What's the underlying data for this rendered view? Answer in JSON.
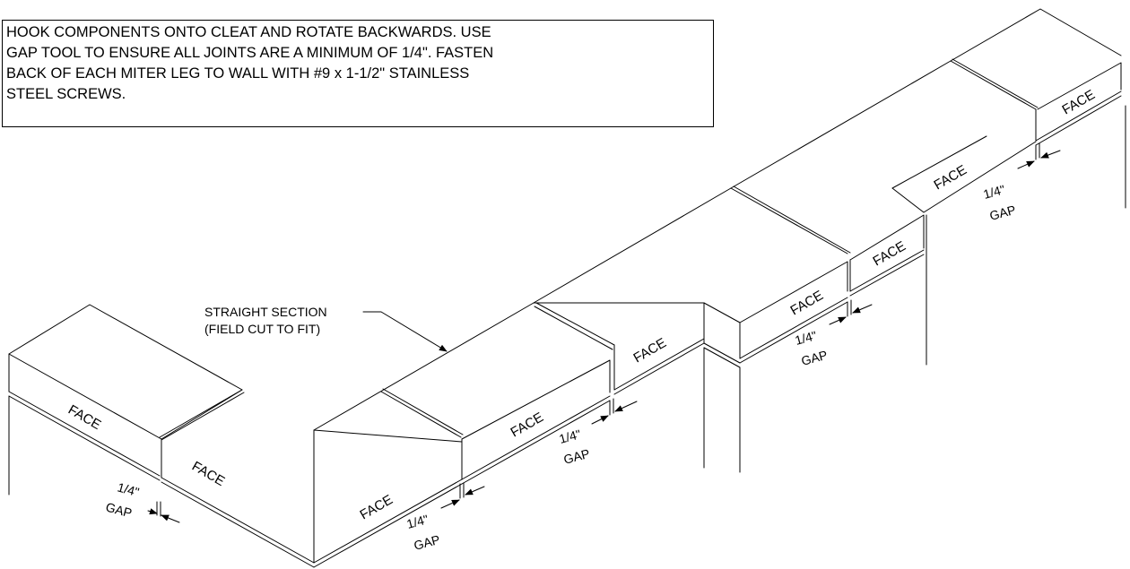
{
  "note": {
    "lines": [
      "HOOK COMPONENTS ONTO CLEAT AND ROTATE BACKWARDS. USE",
      "GAP TOOL TO ENSURE ALL JOINTS ARE A MINIMUM OF 1/4\". FASTEN",
      "BACK OF EACH MITER LEG TO WALL WITH #9 x 1-1/2\" STAINLESS",
      "STEEL SCREWS."
    ]
  },
  "callout": {
    "line1": "STRAIGHT SECTION",
    "line2": "(FIELD CUT TO FIT)"
  },
  "face_label": "FACE",
  "gap_dimension": "1/4\"",
  "gap_word": "GAP"
}
